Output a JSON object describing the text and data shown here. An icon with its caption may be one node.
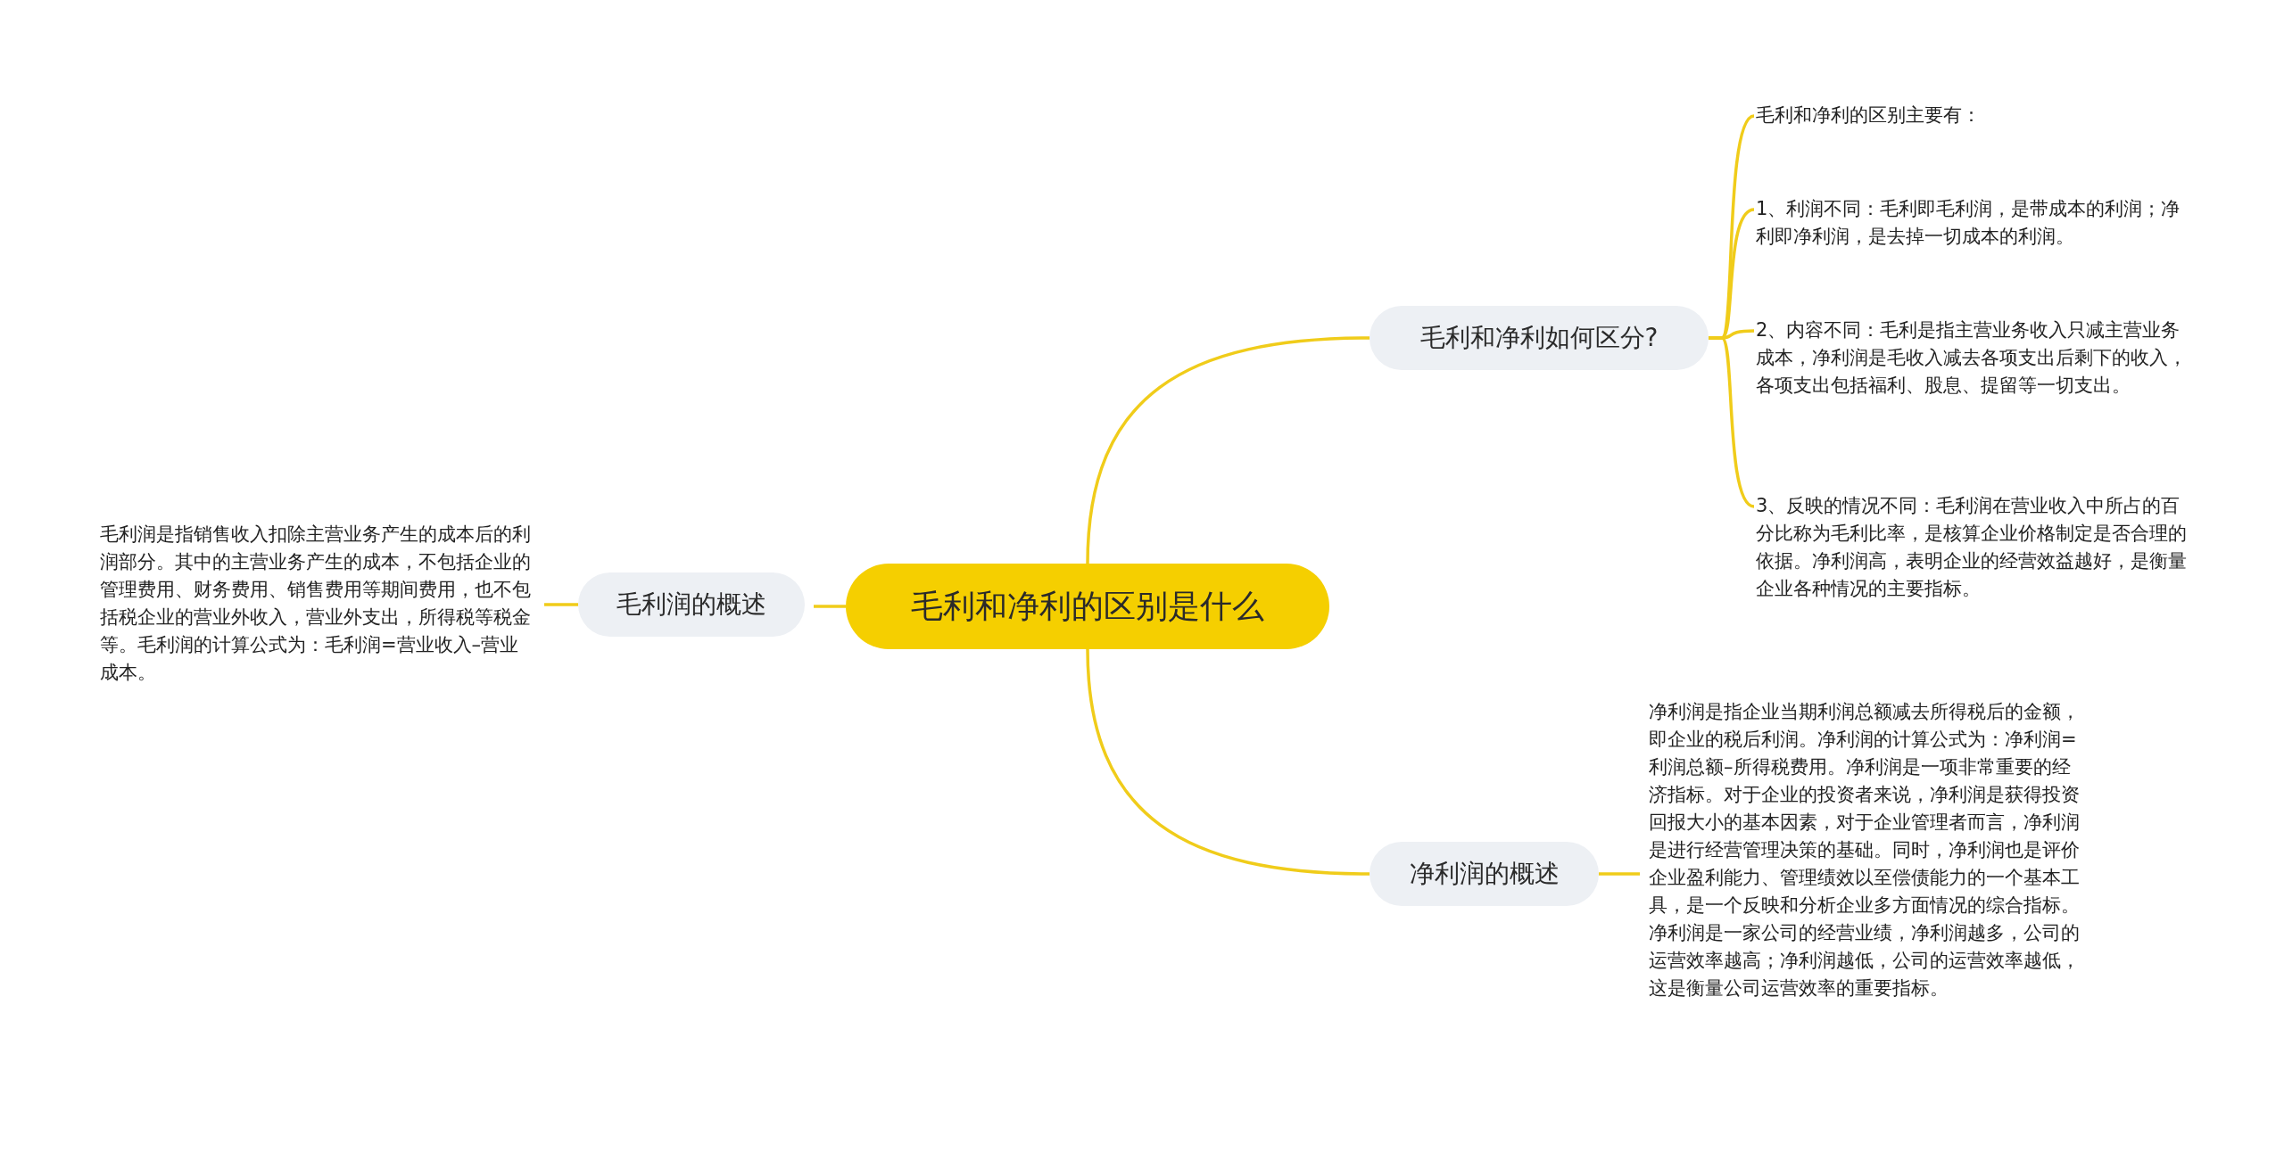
{
  "diagram": {
    "nodes": [
      {
        "text": [
          "毛利和净利的区别是什么"
        ]
      },
      {
        "text": [
          "毛利和净利如何区分?"
        ]
      },
      {
        "text": [
          "毛利润的概述"
        ]
      },
      {
        "text": [
          "净利润的概述"
        ]
      },
      {
        "text": [
          "毛利和净利的区别主要有："
        ]
      },
      {
        "text": [
          "1、利润不同：毛利即毛利润，是带成本的利润；净利即净利润，是去掉一切成本的利润。"
        ]
      },
      {
        "text": [
          "2、内容不同：毛利是指主营业务收入只减主营业务成本，净利润是毛收入减去各项支出后剩下的收入，各项支出包括福利、股息、提留等一切支出。"
        ]
      },
      {
        "text": [
          "3、反映的情况不同：毛利润在营业收入中所占的百分比称为毛利比率，是核算企业价格制定是否合理的依据。净利润高，表明企业的经营效益越好，是衡量企业各种情况的主要指标。"
        ]
      },
      {
        "text": [
          "毛利润是指销售收入扣除主营业务产生的成本后的利润部分。其中的主营业务产生的成本，不包括企业的管理费用、财务费用、销售费用等期间费用，也不包括税企业的营业外收入，营业外支出，所得税等税金等。毛利润的计算公式为：毛利润=营业收入–营业成本。"
        ]
      },
      {
        "text": [
          "净利润是指企业当期利润总额减去所得税后的金额，即企业的税后利润。净利润的计算公式为：净利润=利润总额–所得税费用。净利润是一项非常重要的经济指标。对于企业的投资者来说，净利润是获得投资回报大小的基本因素，对于企业管理者而言，净利润是进行经营管理决策的基础。同时，净利润也是评价企业盈利能力、管理绩效以至偿债能力的一个基本工具，是一个反映和分析企业多方面情况的综合指标。净利润是一家公司的经营业绩，净利润越多，公司的运营效率越高；净利润越低，公司的运营效率越低，这是衡量公司运营效率的重要指标。"
        ]
      }
    ],
    "edges": [
      {
        "from": 0,
        "to": 1,
        "arrow": "none"
      },
      {
        "from": 0,
        "to": 2,
        "arrow": "none"
      },
      {
        "from": 0,
        "to": 3,
        "arrow": "none"
      },
      {
        "from": 1,
        "to": 4,
        "arrow": "none"
      },
      {
        "from": 1,
        "to": 5,
        "arrow": "none"
      },
      {
        "from": 1,
        "to": 6,
        "arrow": "none"
      },
      {
        "from": 1,
        "to": 7,
        "arrow": "none"
      },
      {
        "from": 2,
        "to": 8,
        "arrow": "none"
      },
      {
        "from": 3,
        "to": 9,
        "arrow": "none"
      }
    ]
  }
}
